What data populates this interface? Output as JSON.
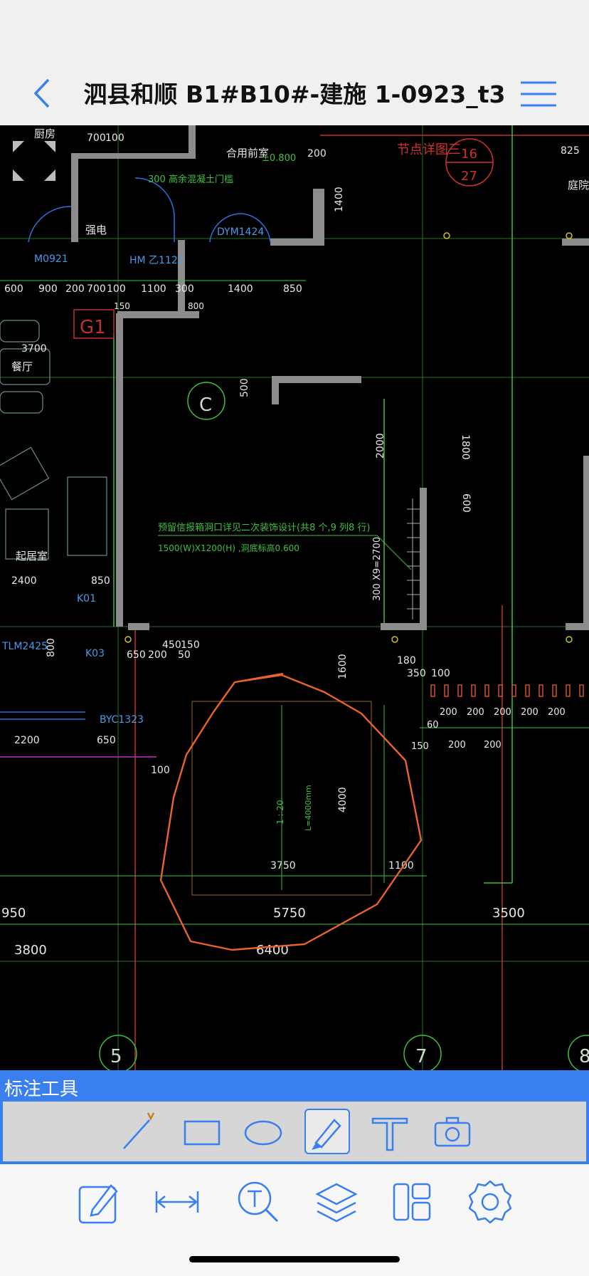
{
  "nav": {
    "title": "泗县和顺 B1#B10#-建施 1-0923_t3",
    "back_icon": "chevron-left-icon",
    "menu_icon": "hamburger-menu-icon",
    "accent_color": "#3a7ff0"
  },
  "drawing": {
    "room_labels": [
      "厨房",
      "餐厅",
      "起居室",
      "庭院",
      "合用前室",
      "强电"
    ],
    "door_labels": [
      "M0921",
      "HM 乙1122",
      "DYM1424",
      "TLM2425",
      "BYC1323",
      "K01",
      "K03"
    ],
    "detail_label": "节点详图三",
    "detail_numbers": [
      "16",
      "27"
    ],
    "grid_bubbles": [
      "C",
      "5",
      "7",
      "8"
    ],
    "tag": "G1",
    "elevation": "±0.800",
    "note_line_1": "预留信报箱洞口详见二次装饰设计(共8 个,9 列8 行)",
    "note_line_2": "1500(W)X1200(H)        ,洞底标高0.600",
    "wall_note": "300  高余混凝土门槛",
    "dims_row_top": [
      "600",
      "900",
      "200",
      "700",
      "100",
      "1100",
      "300",
      "1400",
      "850"
    ],
    "dims_misc": [
      "700",
      "100",
      "200",
      "1400",
      "825",
      "150",
      "800",
      "3700",
      "500",
      "2000",
      "1800",
      "600",
      "300 X9=2700",
      "2400",
      "850",
      "450",
      "150",
      "650",
      "200",
      "50",
      "800",
      "1600",
      "100",
      "180",
      "350",
      "2200",
      "650",
      "100",
      "3750",
      "1100",
      "4000",
      "950",
      "5750",
      "3500",
      "3800",
      "6400",
      "L=4000mm",
      "1 : 20"
    ],
    "stair_dims": [
      "200",
      "200",
      "200",
      "200",
      "200",
      "200",
      "200",
      "60",
      "150"
    ]
  },
  "toolbar": {
    "header": "标注工具",
    "tools": [
      {
        "name": "line-tool-icon",
        "active": false
      },
      {
        "name": "rectangle-tool-icon",
        "active": false
      },
      {
        "name": "ellipse-tool-icon",
        "active": false
      },
      {
        "name": "pen-tool-icon",
        "active": true
      },
      {
        "name": "text-tool-icon",
        "active": false
      },
      {
        "name": "camera-tool-icon",
        "active": false
      }
    ]
  },
  "tabbar": {
    "items": [
      "edit-icon",
      "measure-icon",
      "text-search-icon",
      "layers-icon",
      "layout-icon",
      "settings-icon"
    ]
  }
}
